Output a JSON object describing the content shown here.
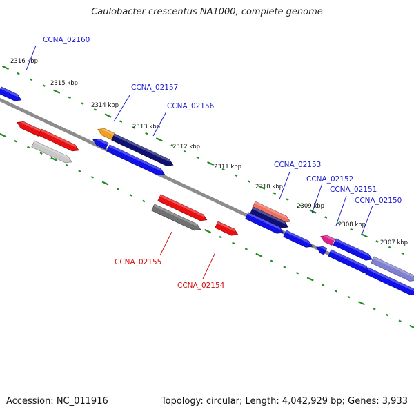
{
  "title": "Caulobacter crescentus NA1000, complete genome",
  "footer": {
    "accession": "Accession: NC_011916",
    "summary": "Topology: circular; Length: 4,042,929 bp; Genes: 3,933"
  },
  "colors": {
    "backbone": "#8c8c8c",
    "ticks": "#228B22",
    "blue": "#1010e8",
    "navy": "#101070",
    "red": "#e81010",
    "orange": "#f0a020",
    "salmon": "#f07060",
    "magenta": "#e0208a",
    "lightgray": "#c8c8c8",
    "darkgray": "#707070",
    "lavender": "#8080d0",
    "label_blue": "#1a1ad0",
    "label_red": "#d01010"
  },
  "scale_labels": [
    "2316 kbp",
    "2315 kbp",
    "2314 kbp",
    "2313 kbp",
    "2312 kbp",
    "2311 kbp",
    "2310 kbp",
    "2309 kbp",
    "2308 kbp",
    "2307 kbp"
  ],
  "gene_labels": [
    {
      "text": "CCNA_02160",
      "color": "label_blue"
    },
    {
      "text": "CCNA_02157",
      "color": "label_blue"
    },
    {
      "text": "CCNA_02156",
      "color": "label_blue"
    },
    {
      "text": "CCNA_02153",
      "color": "label_blue"
    },
    {
      "text": "CCNA_02152",
      "color": "label_blue"
    },
    {
      "text": "CCNA_02151",
      "color": "label_blue"
    },
    {
      "text": "CCNA_02150",
      "color": "label_blue"
    },
    {
      "text": "CCNA_02155",
      "color": "label_red"
    },
    {
      "text": "CCNA_02154",
      "color": "label_red"
    }
  ]
}
